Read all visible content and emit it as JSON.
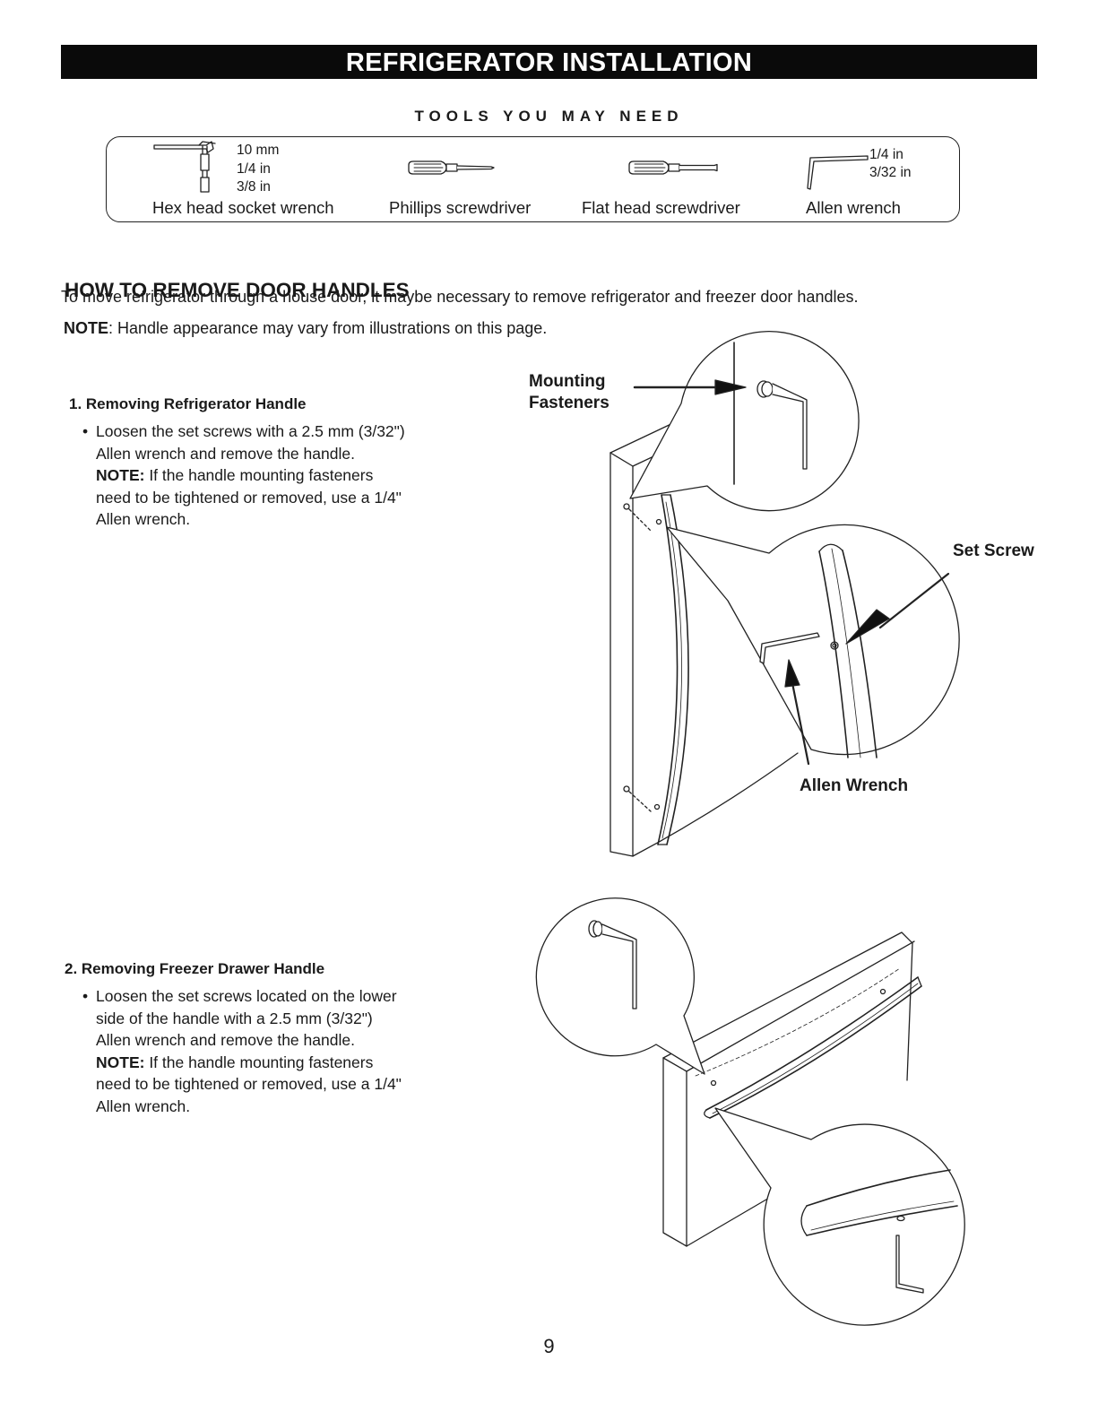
{
  "header": {
    "title": "REFRIGERATOR INSTALLATION"
  },
  "tools": {
    "heading": "TOOLS YOU MAY NEED",
    "items": [
      {
        "label": "Hex head socket wrench",
        "sizes": [
          "10 mm",
          "1/4 in",
          "3/8 in"
        ],
        "icon": "hex-socket-wrench-icon"
      },
      {
        "label": "Phillips screwdriver",
        "icon": "phillips-screwdriver-icon"
      },
      {
        "label": "Flat head screwdriver",
        "icon": "flat-head-screwdriver-icon"
      },
      {
        "label": "Allen wrench",
        "sizes": [
          "1/4 in",
          "3/32 in"
        ],
        "icon": "allen-wrench-icon"
      }
    ]
  },
  "intro": {
    "text": "To move refrigerator through a house door, it maybe necessary to remove refrigerator and freezer door handles.",
    "note_label": "NOTE",
    "note_text": ": Handle appearance may vary from illustrations on this page."
  },
  "section": {
    "title": "HOW TO REMOVE DOOR HANDLES",
    "steps": [
      {
        "title": "1. Removing Refrigerator Handle",
        "bullet": "•",
        "lines": [
          "Loosen the set screws with a 2.5 mm (3/32\")",
          "Allen wrench and remove the handle."
        ],
        "note_label": "NOTE:",
        "note_lines": [
          " If the handle mounting fasteners",
          "need to be tightened or removed, use a 1/4\"",
          "Allen wrench."
        ]
      },
      {
        "title": "2. Removing Freezer Drawer Handle",
        "bullet": "•",
        "lines": [
          "Loosen the set screws located on the lower",
          "side of the handle with a 2.5 mm (3/32\")",
          "Allen wrench and remove the handle."
        ],
        "note_label": "NOTE:",
        "note_lines": [
          " If the handle mounting fasteners",
          "need to be tightened or removed, use a 1/4\"",
          "Allen wrench."
        ]
      }
    ]
  },
  "figure": {
    "callouts": {
      "mounting_line1": "Mounting",
      "mounting_line2": "Fasteners",
      "set_screw": "Set Screw",
      "allen_wrench": "Allen Wrench"
    }
  },
  "footer": {
    "page_number": "9"
  }
}
